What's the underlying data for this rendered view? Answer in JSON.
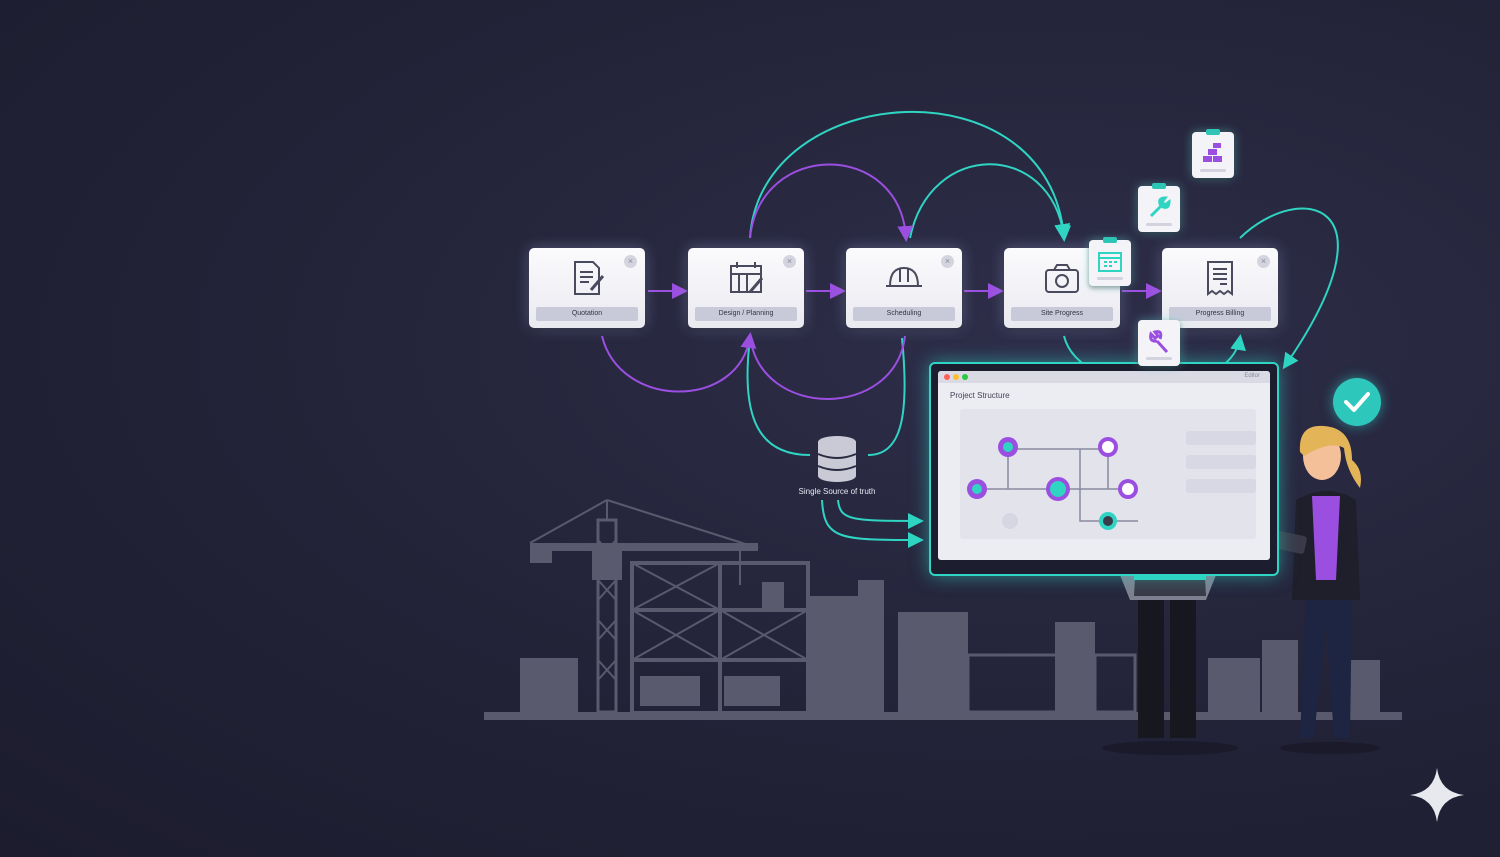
{
  "workflow": {
    "stages": [
      {
        "label": "Quotation",
        "icon": "document-edit-icon"
      },
      {
        "label": "Design / Planning",
        "icon": "blueprint-icon"
      },
      {
        "label": "Scheduling",
        "icon": "hard-hat-icon"
      },
      {
        "label": "Site Progress",
        "icon": "camera-icon"
      },
      {
        "label": "Progress Billing",
        "icon": "invoice-icon"
      }
    ],
    "close_glyph": "×",
    "floating_tools": [
      "materials-icon",
      "wrench-icon",
      "calendar-icon",
      "wrench-icon"
    ]
  },
  "database": {
    "label": "Single Source of truth",
    "icon": "database-icon"
  },
  "monitor": {
    "title": "Project Structure",
    "topbar_text": "Editor"
  },
  "status": {
    "icon": "check-icon"
  },
  "colors": {
    "teal": "#2fd4c2",
    "purple": "#9b4fe0",
    "background": "#24243a",
    "silhouette": "#5a5a6e"
  }
}
